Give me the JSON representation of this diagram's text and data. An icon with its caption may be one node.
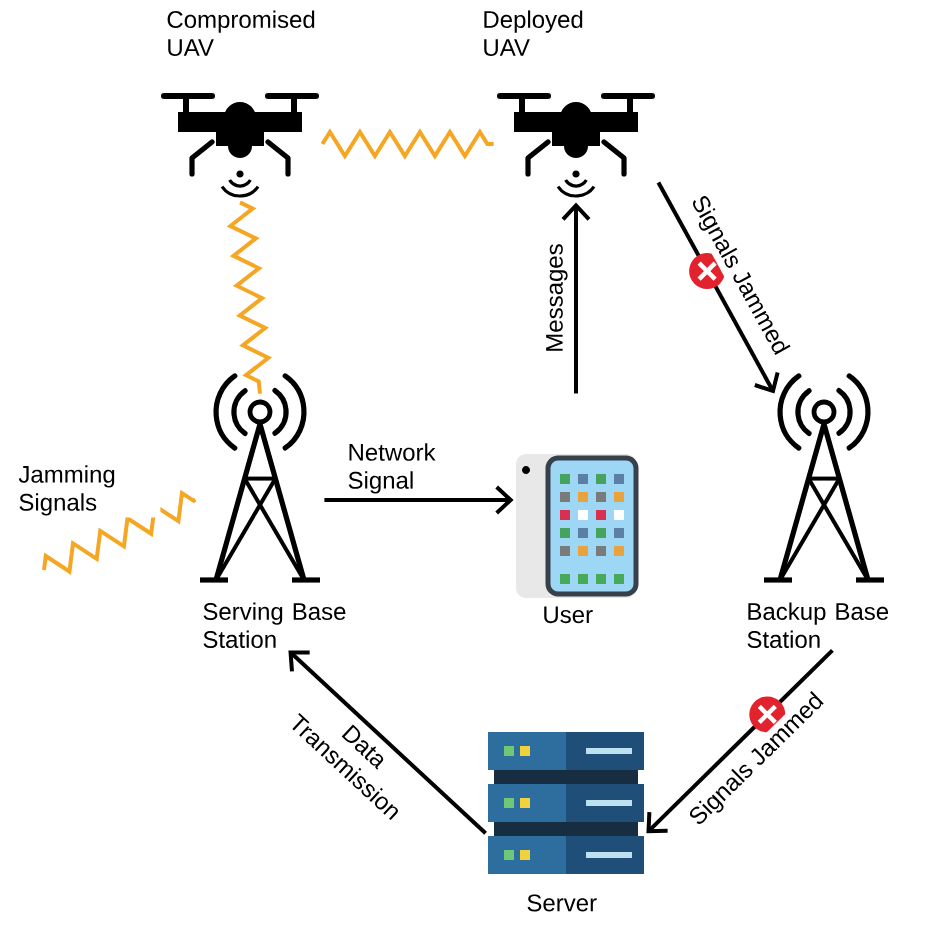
{
  "diagram": {
    "nodes": [
      {
        "text": [
          "Compromised UAV"
        ]
      },
      {
        "text": [
          "Deployed UAV"
        ]
      },
      {
        "text": [
          "Serving Base Station"
        ]
      },
      {
        "text": [
          "User"
        ]
      },
      {
        "text": [
          "Backup Base Station"
        ]
      },
      {
        "text": [
          "Server"
        ]
      }
    ],
    "edges": [
      {
        "from": 2,
        "to": 3,
        "arrow": "to",
        "label": "Network Signal"
      },
      {
        "from": 3,
        "to": 1,
        "arrow": "to",
        "label": "Messages"
      },
      {
        "from": 1,
        "to": 4,
        "arrow": "to",
        "label": "Signals Jammed"
      },
      {
        "from": 4,
        "to": 5,
        "arrow": "to",
        "label": "Signals Jammed"
      },
      {
        "from": 5,
        "to": 2,
        "arrow": "to",
        "label": "Data Transmission"
      },
      {
        "from": 0,
        "to": 1,
        "arrow": "none",
        "color": "#f5a623"
      },
      {
        "from": 0,
        "to": 2,
        "arrow": "none",
        "color": "#f5a623"
      },
      {
        "from": null,
        "to": 2,
        "arrow": "none",
        "color": "#f5a623",
        "label": "Jamming Signals"
      }
    ]
  }
}
